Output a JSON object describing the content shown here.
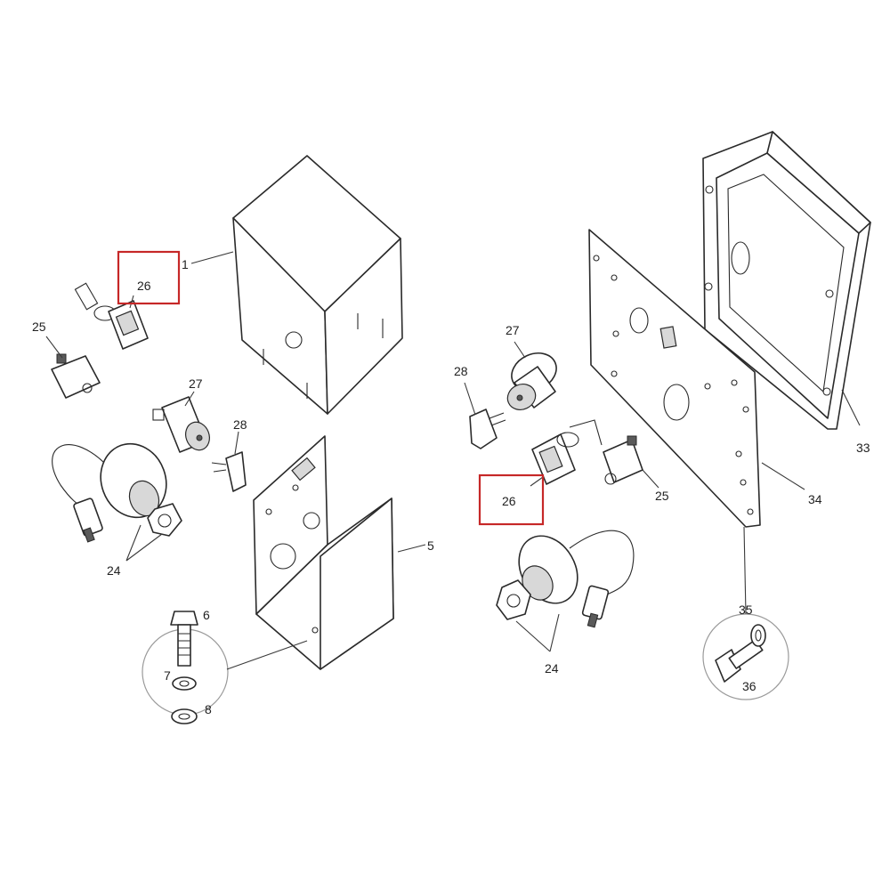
{
  "callouts": {
    "left": {
      "n1": "1",
      "n5": "5",
      "n6": "6",
      "n7": "7",
      "n8": "8",
      "n24": "24",
      "n25": "25",
      "n26": "26",
      "n27": "27",
      "n28": "28"
    },
    "right": {
      "n24": "24",
      "n25": "25",
      "n26": "26",
      "n27": "27",
      "n28": "28",
      "n33": "33",
      "n34": "34",
      "n35": "35",
      "n36": "36"
    }
  },
  "highlight_color": "#c62828"
}
